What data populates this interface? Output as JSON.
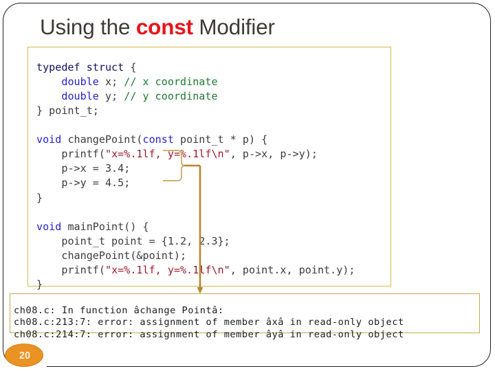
{
  "slide": {
    "title_prefix": "Using the ",
    "title_keyword": "const",
    "title_suffix": " Modifier",
    "page_number": "20",
    "accent_red": "#e8141b",
    "accent_gold": "#d9b84a",
    "accent_orange": "#eb9224",
    "title_color": "#3f3a36",
    "annotation_color": "#b5872c",
    "brace_color": "#c8a659"
  },
  "code": {
    "language": "c",
    "lines": [
      {
        "indent": 0,
        "tokens": [
          {
            "t": "typedef struct",
            "c": "t-td"
          },
          {
            "t": " {",
            "c": "t-id"
          }
        ]
      },
      {
        "indent": 1,
        "tokens": [
          {
            "t": "double",
            "c": "t-kw"
          },
          {
            "t": " x; ",
            "c": "t-id"
          },
          {
            "t": "// x coordinate",
            "c": "t-cmt"
          }
        ]
      },
      {
        "indent": 1,
        "tokens": [
          {
            "t": "double",
            "c": "t-kw"
          },
          {
            "t": " y; ",
            "c": "t-id"
          },
          {
            "t": "// y coordinate",
            "c": "t-cmt"
          }
        ]
      },
      {
        "indent": 0,
        "tokens": [
          {
            "t": "} point_t;",
            "c": "t-id"
          }
        ]
      },
      {
        "indent": 0,
        "tokens": [
          {
            "t": "",
            "c": "t-id"
          }
        ]
      },
      {
        "indent": 0,
        "tokens": [
          {
            "t": "void",
            "c": "t-kw"
          },
          {
            "t": " changePoint(",
            "c": "t-id"
          },
          {
            "t": "const",
            "c": "t-kw"
          },
          {
            "t": " point_t * p) {",
            "c": "t-id"
          }
        ]
      },
      {
        "indent": 1,
        "tokens": [
          {
            "t": "printf(",
            "c": "t-id"
          },
          {
            "t": "\"x=%.1lf, y=%.1lf\\n\"",
            "c": "t-str"
          },
          {
            "t": ", p->x, p->y);",
            "c": "t-id"
          }
        ]
      },
      {
        "indent": 1,
        "tokens": [
          {
            "t": "p->x = 3.4;",
            "c": "t-id"
          }
        ]
      },
      {
        "indent": 1,
        "tokens": [
          {
            "t": "p->y = 4.5;",
            "c": "t-id"
          }
        ]
      },
      {
        "indent": 0,
        "tokens": [
          {
            "t": "}",
            "c": "t-id"
          }
        ]
      },
      {
        "indent": 0,
        "tokens": [
          {
            "t": "",
            "c": "t-id"
          }
        ]
      },
      {
        "indent": 0,
        "tokens": [
          {
            "t": "void",
            "c": "t-kw"
          },
          {
            "t": " mainPoint() {",
            "c": "t-id"
          }
        ]
      },
      {
        "indent": 1,
        "tokens": [
          {
            "t": "point_t point = {1.2, 2.3};",
            "c": "t-id"
          }
        ]
      },
      {
        "indent": 1,
        "tokens": [
          {
            "t": "changePoint(&point);",
            "c": "t-id"
          }
        ]
      },
      {
        "indent": 1,
        "tokens": [
          {
            "t": "printf(",
            "c": "t-id"
          },
          {
            "t": "\"x=%.1lf, y=%.1lf\\n\"",
            "c": "t-str"
          },
          {
            "t": ", point.x, point.y);",
            "c": "t-id"
          }
        ]
      },
      {
        "indent": 0,
        "tokens": [
          {
            "t": "}",
            "c": "t-id"
          }
        ]
      }
    ]
  },
  "error_output": {
    "lines": [
      "ch08.c: In function âchange Pointâ:",
      "ch08.c:213:7: error: assignment of member âxâ in read-only object",
      "ch08.c:214:7: error: assignment of member âyâ in read-only object"
    ]
  }
}
